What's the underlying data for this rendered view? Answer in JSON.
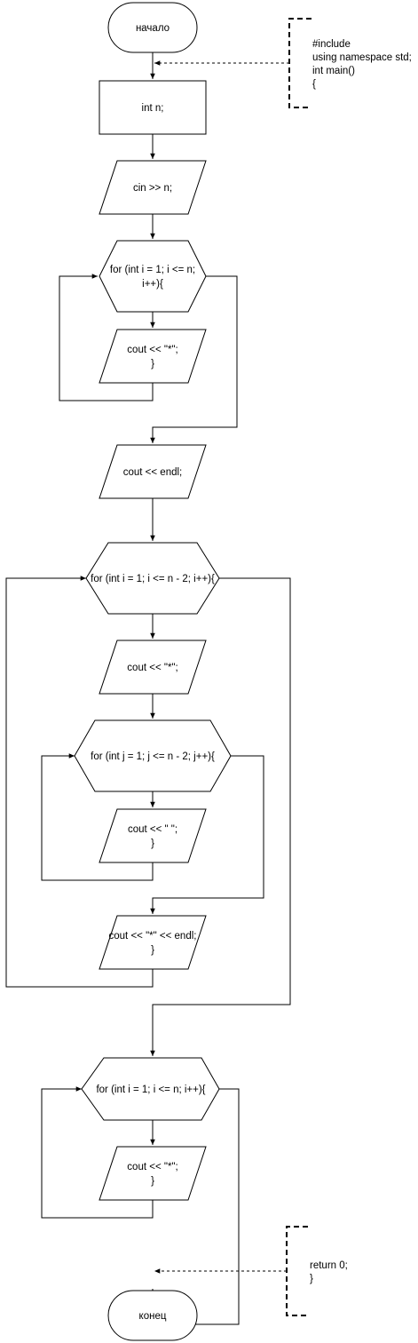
{
  "nodes": {
    "start": "начало",
    "decl_n": "int n;",
    "input_n": "cin >> n;",
    "loop1_l1": "for (int i = 1; i <= n;",
    "loop1_l2": "i++){",
    "out_star1_l1": "cout << \"*\";",
    "out_star1_l2": "}",
    "out_endl": "cout << endl;",
    "loop2": "for (int i = 1; i <= n - 2; i++){",
    "out_star2": "cout << \"*\";",
    "loop3": "for (int j = 1; j <= n - 2; j++){",
    "out_space_l1": "cout << \" \";",
    "out_space_l2": "}",
    "out_star_endl_l1": "cout << \"*\" << endl;",
    "out_star_endl_l2": "}",
    "loop4": "for (int i = 1; i <= n; i++){",
    "out_star3_l1": "cout << \"*\";",
    "out_star3_l2": "}",
    "end": "конец"
  },
  "annotations": {
    "header": [
      "#include",
      "using namespace std;",
      "int main()",
      "{"
    ],
    "footer": [
      "return 0;",
      "}"
    ]
  }
}
